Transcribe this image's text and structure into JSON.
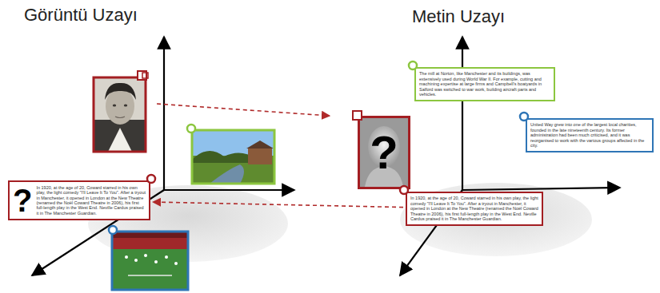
{
  "diagram": {
    "nodes": [
      {
        "text": [
          "In 1920, at the age of 20, Coward starred in his own play, the light comedy \"I'll Leave It To You\". After a tryout in Manchester, it opened in London at the New Theatre (renamed the Noël Coward Theatre in 2006), his first full-length play in the West End. Neville Cardus praised it in The Manchester Guardian.",
          "?"
        ]
      },
      {
        "text": [
          "?"
        ]
      },
      {
        "text": [
          "The mill at Norton, like Manchester and its buildings, was extensively used during World War II. For example, cutting and machining expertise at large firms and Campbell's boatyards in Salford was switched to war work, building aircraft parts and vehicles."
        ]
      },
      {
        "text": [
          "United Way grew into one of the largest local charities, founded in the late nineteenth century. Its former administration had been much criticised, and it was reorganised to work with the various groups affected in the city."
        ]
      },
      {
        "text": [
          "In 1920, at the age of 20, Coward starred in his own play, the light comedy \"I'll Leave It To You\". After a tryout in Manchester, it opened in London at the New Theatre (renamed the Noël Coward Theatre in 2006), his first full-length play in the West End. Neville Cardus praised it in The Manchester Guardian."
        ]
      }
    ],
    "edges": [
      {
        "from": 4,
        "to": 0,
        "arrow": "to"
      }
    ],
    "labels": [
      "Görüntü Uzayı",
      "Metin Uzayı"
    ]
  }
}
